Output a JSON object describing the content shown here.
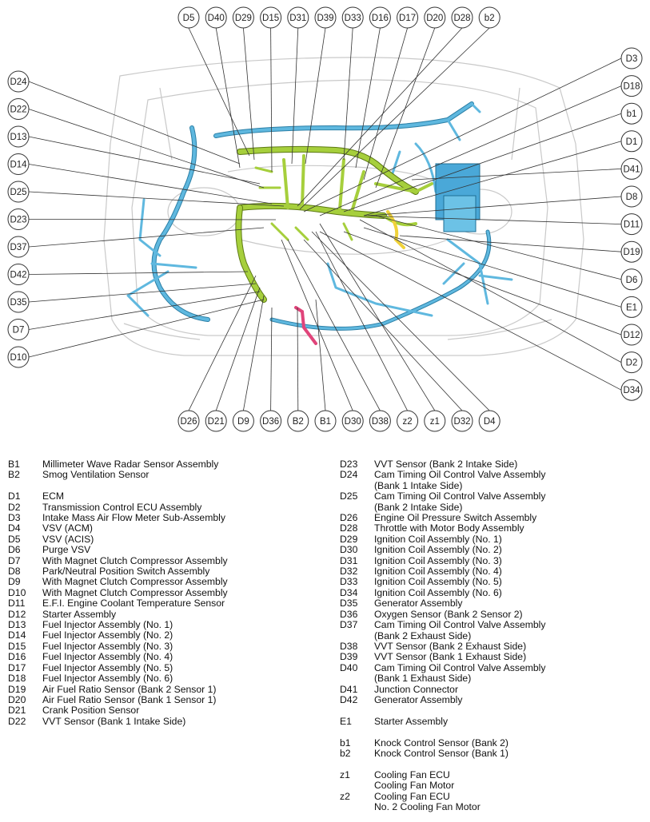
{
  "callouts": {
    "top": [
      "D5",
      "D40",
      "D29",
      "D15",
      "D31",
      "D39",
      "D33",
      "D16",
      "D17",
      "D20",
      "D28",
      "b2"
    ],
    "left": [
      "D24",
      "D22",
      "D13",
      "D14",
      "D25",
      "D23",
      "D37",
      "D42",
      "D35",
      "D7",
      "D10"
    ],
    "right": [
      "D3",
      "D18",
      "b1",
      "D1",
      "D41",
      "D8",
      "D11",
      "D19",
      "D6",
      "E1",
      "D12",
      "D2",
      "D34"
    ],
    "bottom": [
      "D26",
      "D21",
      "D9",
      "D36",
      "B2",
      "B1",
      "D30",
      "D38",
      "z2",
      "z1",
      "D32",
      "D4"
    ]
  },
  "colors": {
    "engine_harness": "#a6cf3c",
    "engine_harness_dark": "#5d7a14",
    "body_harness": "#5fb8df",
    "body_harness_dark": "#2b7fa6",
    "radar_harness": "#e0447a",
    "fuel_harness": "#f0d23a",
    "junction_block": "#4aa8d8",
    "outline": "#c9c9c9"
  },
  "legend_left": [
    {
      "code": "B1",
      "text": "Millimeter Wave Radar Sensor Assembly"
    },
    {
      "code": "B2",
      "text": "Smog Ventilation Sensor"
    },
    {
      "code": "",
      "text": ""
    },
    {
      "code": "D1",
      "text": "ECM"
    },
    {
      "code": "D2",
      "text": "Transmission Control ECU Assembly"
    },
    {
      "code": "D3",
      "text": "Intake Mass Air Flow Meter Sub-Assembly"
    },
    {
      "code": "D4",
      "text": "VSV (ACM)"
    },
    {
      "code": "D5",
      "text": "VSV (ACIS)"
    },
    {
      "code": "D6",
      "text": "Purge VSV"
    },
    {
      "code": "D7",
      "text": "With Magnet Clutch Compressor Assembly"
    },
    {
      "code": "D8",
      "text": "Park/Neutral Position Switch Assembly"
    },
    {
      "code": "D9",
      "text": "With Magnet Clutch Compressor Assembly"
    },
    {
      "code": "D10",
      "text": "With Magnet Clutch Compressor Assembly"
    },
    {
      "code": "D11",
      "text": "E.F.I. Engine Coolant Temperature Sensor"
    },
    {
      "code": "D12",
      "text": "Starter Assembly"
    },
    {
      "code": "D13",
      "text": "Fuel Injector Assembly (No. 1)"
    },
    {
      "code": "D14",
      "text": "Fuel Injector Assembly (No. 2)"
    },
    {
      "code": "D15",
      "text": "Fuel Injector Assembly (No. 3)"
    },
    {
      "code": "D16",
      "text": "Fuel Injector Assembly (No. 4)"
    },
    {
      "code": "D17",
      "text": "Fuel Injector Assembly (No. 5)"
    },
    {
      "code": "D18",
      "text": "Fuel Injector Assembly (No. 6)"
    },
    {
      "code": "D19",
      "text": "Air Fuel Ratio Sensor (Bank 2 Sensor 1)"
    },
    {
      "code": "D20",
      "text": "Air Fuel Ratio Sensor (Bank 1 Sensor 1)"
    },
    {
      "code": "D21",
      "text": "Crank Position Sensor"
    },
    {
      "code": "D22",
      "text": "VVT Sensor (Bank 1 Intake Side)"
    }
  ],
  "legend_right": [
    {
      "code": "D23",
      "text": "VVT Sensor (Bank 2 Intake Side)"
    },
    {
      "code": "D24",
      "text": "Cam Timing Oil Control Valve Assembly"
    },
    {
      "code": "",
      "text": "(Bank 1 Intake Side)"
    },
    {
      "code": "D25",
      "text": "Cam Timing Oil Control Valve Assembly"
    },
    {
      "code": "",
      "text": "(Bank 2 Intake Side)"
    },
    {
      "code": "D26",
      "text": "Engine Oil Pressure Switch Assembly"
    },
    {
      "code": "D28",
      "text": "Throttle with Motor Body Assembly"
    },
    {
      "code": "D29",
      "text": "Ignition Coil Assembly (No. 1)"
    },
    {
      "code": "D30",
      "text": "Ignition Coil Assembly (No. 2)"
    },
    {
      "code": "D31",
      "text": "Ignition Coil Assembly (No. 3)"
    },
    {
      "code": "D32",
      "text": "Ignition Coil Assembly (No. 4)"
    },
    {
      "code": "D33",
      "text": "Ignition Coil Assembly (No. 5)"
    },
    {
      "code": "D34",
      "text": "Ignition Coil Assembly (No. 6)"
    },
    {
      "code": "D35",
      "text": "Generator Assembly"
    },
    {
      "code": "D36",
      "text": "Oxygen Sensor (Bank 2 Sensor 2)"
    },
    {
      "code": "D37",
      "text": "Cam Timing Oil Control Valve Assembly"
    },
    {
      "code": "",
      "text": "(Bank 2 Exhaust Side)"
    },
    {
      "code": "D38",
      "text": "VVT Sensor (Bank 2 Exhaust Side)"
    },
    {
      "code": "D39",
      "text": "VVT Sensor (Bank 1 Exhaust Side)"
    },
    {
      "code": "D40",
      "text": "Cam Timing Oil Control Valve Assembly"
    },
    {
      "code": "",
      "text": "(Bank 1 Exhaust Side)"
    },
    {
      "code": "D41",
      "text": "Junction Connector"
    },
    {
      "code": "D42",
      "text": "Generator Assembly"
    },
    {
      "code": "",
      "text": ""
    },
    {
      "code": "E1",
      "text": "Starter Assembly"
    },
    {
      "code": "",
      "text": ""
    },
    {
      "code": "b1",
      "text": "Knock Control Sensor (Bank 2)"
    },
    {
      "code": "b2",
      "text": "Knock Control Sensor (Bank 1)"
    },
    {
      "code": "",
      "text": ""
    },
    {
      "code": "z1",
      "text": "Cooling Fan ECU"
    },
    {
      "code": "",
      "text": "Cooling Fan Motor"
    },
    {
      "code": "z2",
      "text": "Cooling Fan ECU"
    },
    {
      "code": "",
      "text": "No. 2 Cooling Fan Motor"
    }
  ]
}
